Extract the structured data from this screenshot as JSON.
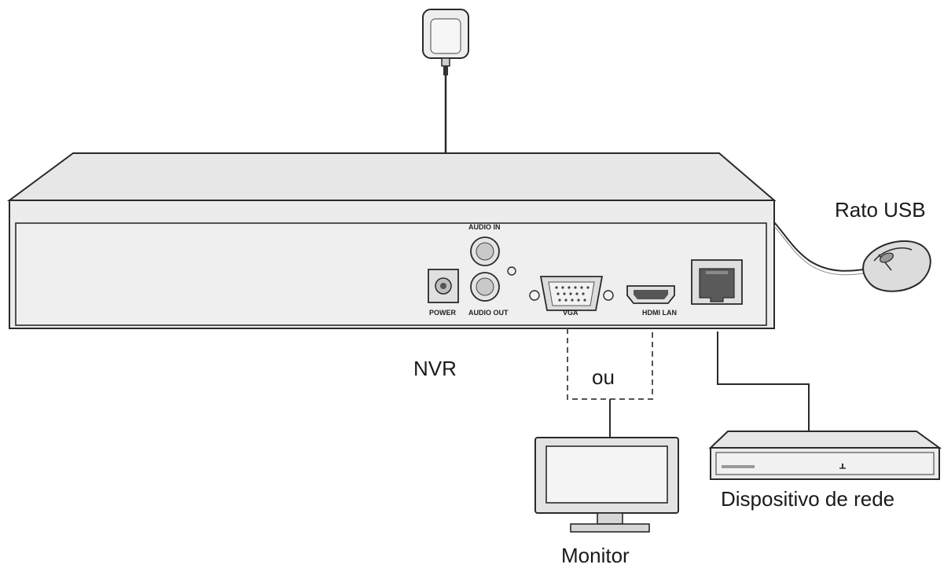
{
  "labels": {
    "nvr": "NVR",
    "mouse": "Rato USB",
    "or": "ou",
    "monitor": "Monitor",
    "network_device": "Dispositivo de rede"
  },
  "ports": {
    "audio_in": "AUDIO IN",
    "audio_out": "AUDIO OUT",
    "power": "POWER",
    "vga": "VGA",
    "hdmi_lan": "HDMI LAN"
  },
  "colors": {
    "line": "#2a2a2a",
    "device_fill": "#e6e6e6",
    "panel_fill": "#ededed",
    "screen_fill": "#f4f4f4",
    "dashed": "#555555"
  },
  "icons": [
    "power-adapter-icon",
    "usb-mouse-icon",
    "monitor-icon",
    "network-switch-icon",
    "rj45-port-icon",
    "vga-port-icon",
    "hdmi-port-icon",
    "audio-jack-icon"
  ]
}
